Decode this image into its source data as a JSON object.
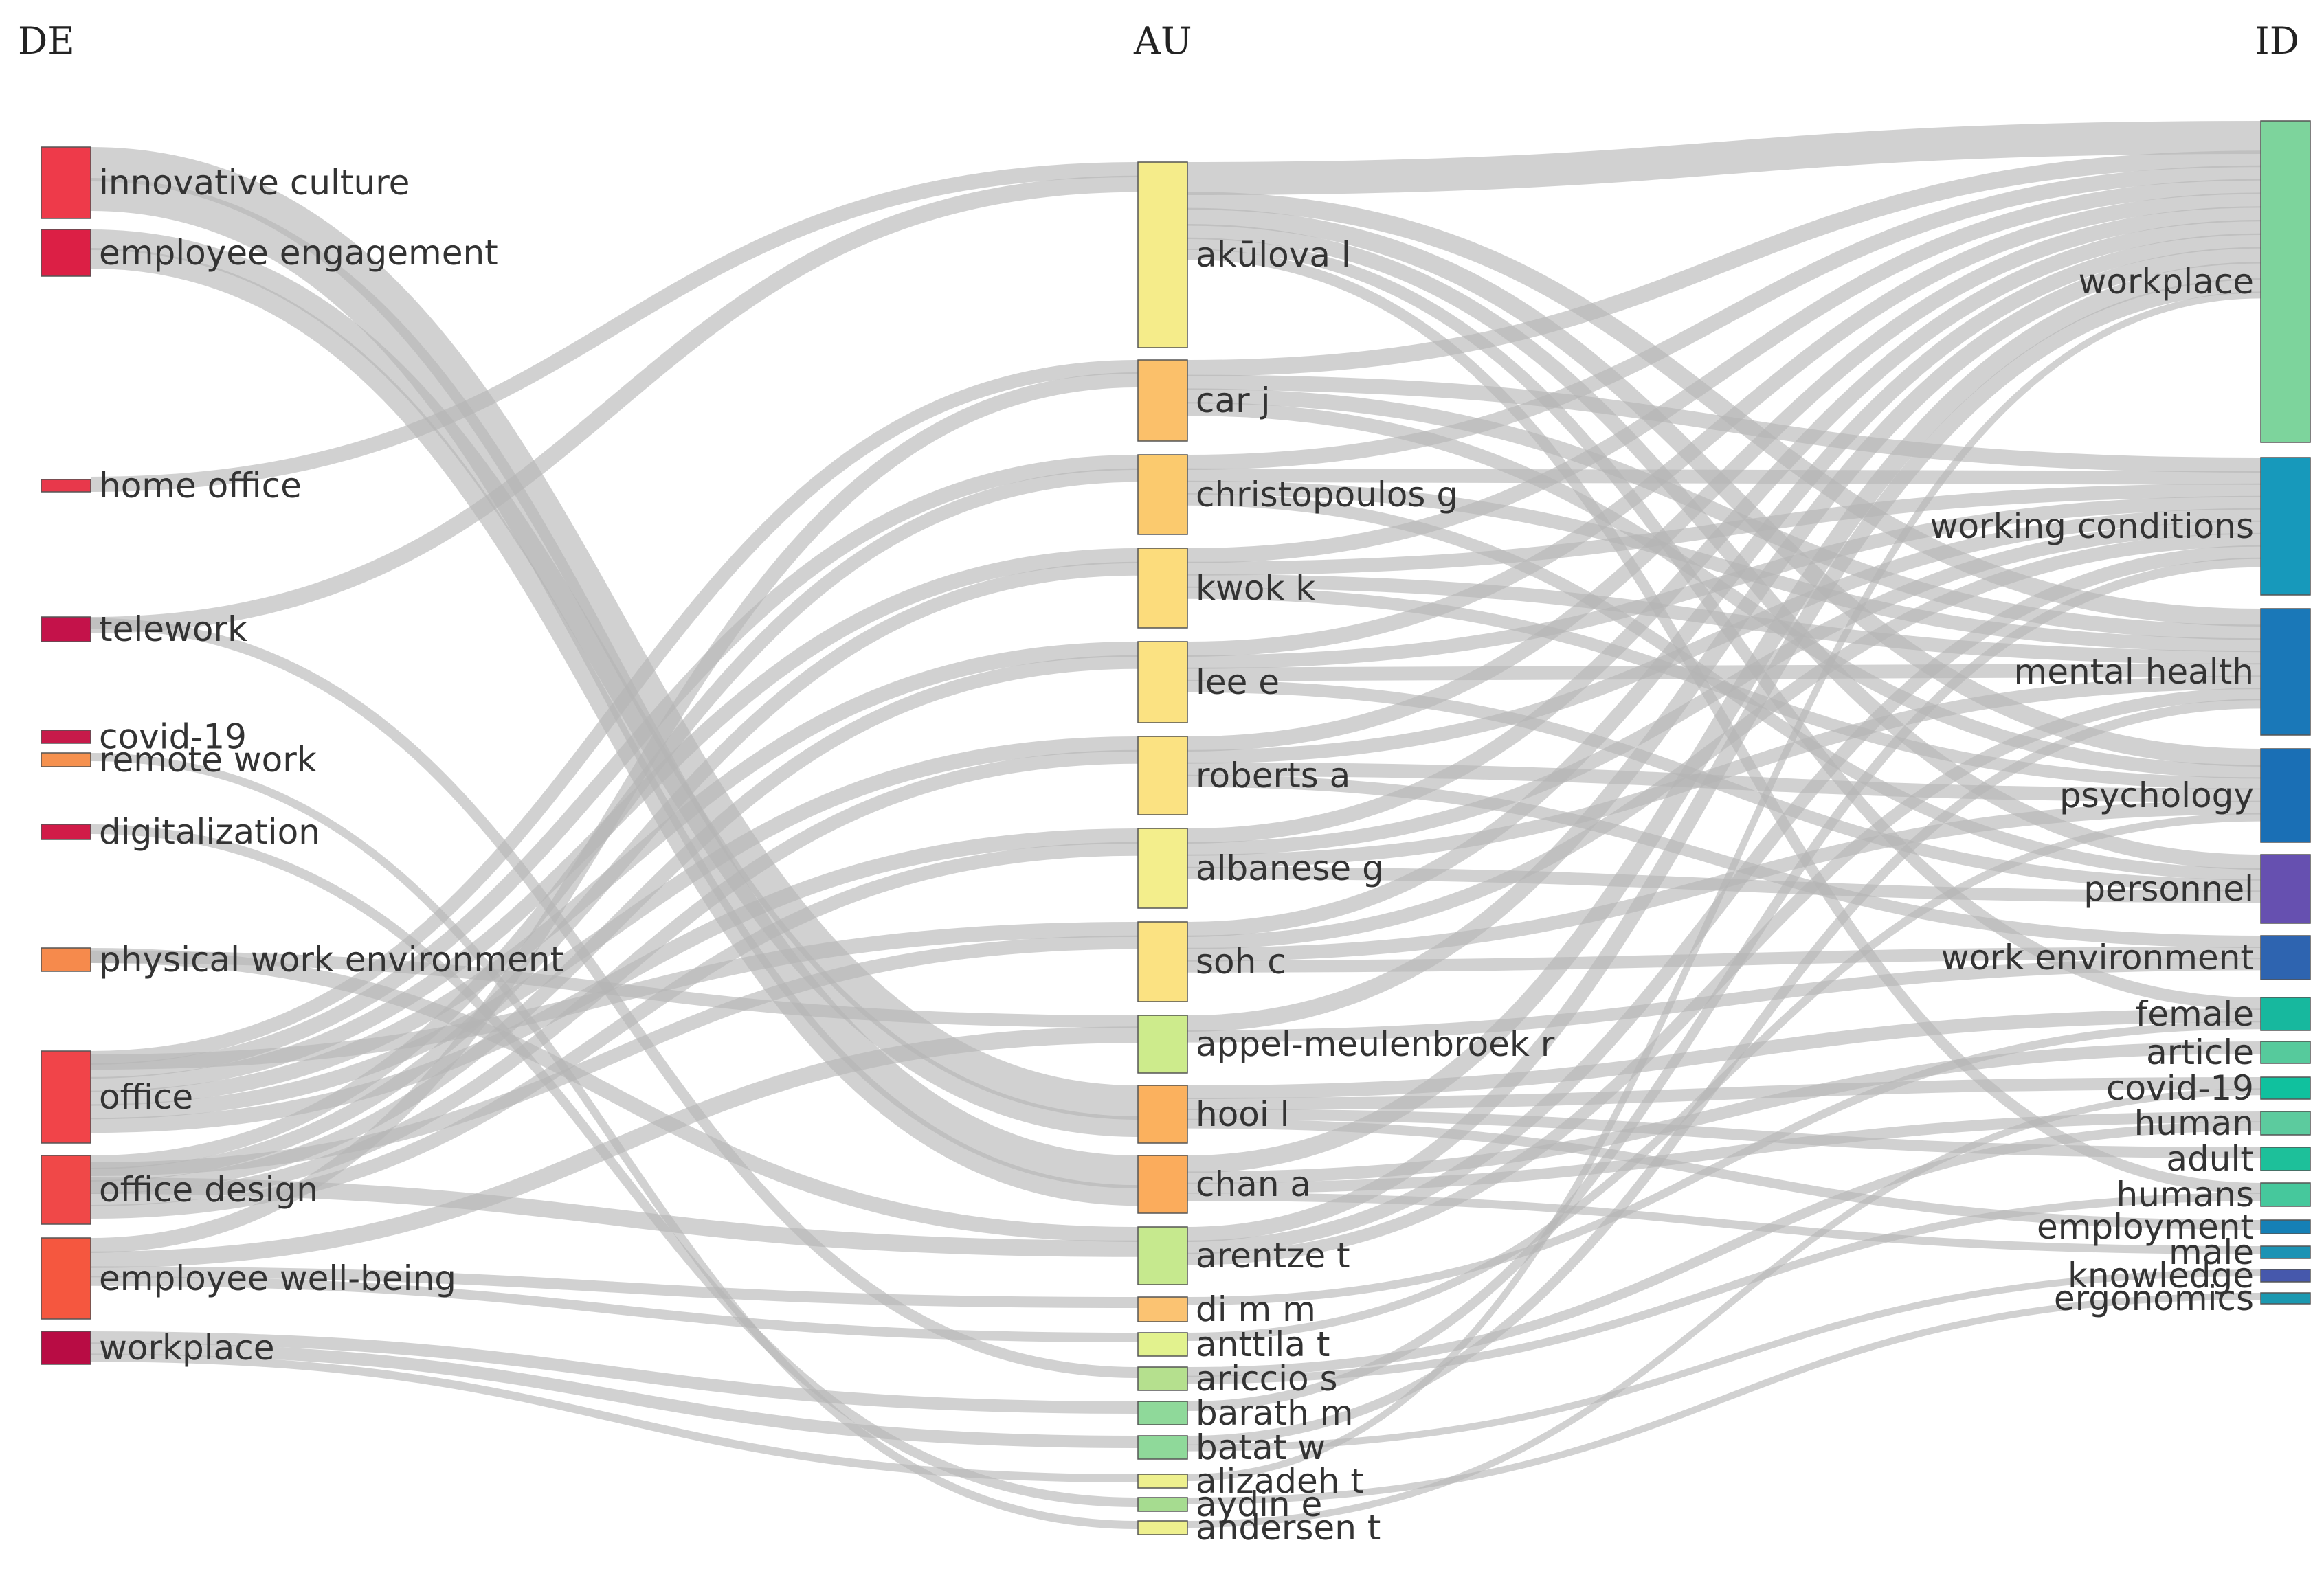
{
  "columns": {
    "left": "DE",
    "middle": "AU",
    "right": "ID"
  },
  "nodes": {
    "left": [
      {
        "id": "L0",
        "label": "innovative culture",
        "color": "#ee3a4a"
      },
      {
        "id": "L1",
        "label": "employee engagement",
        "color": "#dc1f45"
      },
      {
        "id": "L2",
        "label": "home office",
        "color": "#e8384b"
      },
      {
        "id": "L3",
        "label": "telework",
        "color": "#c4124a"
      },
      {
        "id": "L4",
        "label": "covid-19",
        "color": "#c71a4a"
      },
      {
        "id": "L5",
        "label": "remote work",
        "color": "#f5914f"
      },
      {
        "id": "L6",
        "label": "digitalization",
        "color": "#d11b48"
      },
      {
        "id": "L7",
        "label": "physical work environment",
        "color": "#f68a4c"
      },
      {
        "id": "L8",
        "label": "office",
        "color": "#f14449"
      },
      {
        "id": "L9",
        "label": "office design",
        "color": "#f04848"
      },
      {
        "id": "L10",
        "label": "employee well-being",
        "color": "#f5573f"
      },
      {
        "id": "L11",
        "label": "workplace",
        "color": "#b80c44"
      }
    ],
    "middle": [
      {
        "id": "M0",
        "label": "akūlova l",
        "color": "#f5ec8a"
      },
      {
        "id": "M1",
        "label": "car j",
        "color": "#fbc06a"
      },
      {
        "id": "M2",
        "label": "christopoulos g",
        "color": "#fbca6e"
      },
      {
        "id": "M3",
        "label": "kwok k",
        "color": "#fcdc7c"
      },
      {
        "id": "M4",
        "label": "lee e",
        "color": "#fbe282"
      },
      {
        "id": "M5",
        "label": "roberts a",
        "color": "#fbe282"
      },
      {
        "id": "M6",
        "label": "albanese g",
        "color": "#f3ee8c"
      },
      {
        "id": "M7",
        "label": "soh c",
        "color": "#fbe282"
      },
      {
        "id": "M8",
        "label": "appel-meulenbroek r",
        "color": "#cdeb8c"
      },
      {
        "id": "M9",
        "label": "hooi l",
        "color": "#fbb15e"
      },
      {
        "id": "M10",
        "label": "chan a",
        "color": "#fbac5c"
      },
      {
        "id": "M11",
        "label": "arentze t",
        "color": "#c6e98e"
      },
      {
        "id": "M12",
        "label": "di m m",
        "color": "#fbc372"
      },
      {
        "id": "M13",
        "label": "anttila t",
        "color": "#e2f28e"
      },
      {
        "id": "M14",
        "label": "ariccio s",
        "color": "#b5e08e"
      },
      {
        "id": "M15",
        "label": "barath m",
        "color": "#8fd99a"
      },
      {
        "id": "M16",
        "label": "batat w",
        "color": "#8fd99a"
      },
      {
        "id": "M17",
        "label": "alizadeh t",
        "color": "#eef08e"
      },
      {
        "id": "M18",
        "label": "aydin e",
        "color": "#a6dc90"
      },
      {
        "id": "M19",
        "label": "andersen t",
        "color": "#eef08e"
      }
    ],
    "right": [
      {
        "id": "R0",
        "label": "workplace",
        "color": "#7dd49c"
      },
      {
        "id": "R1",
        "label": "working conditions",
        "color": "#1799bb"
      },
      {
        "id": "R2",
        "label": "mental health",
        "color": "#1a78b8"
      },
      {
        "id": "R3",
        "label": "psychology",
        "color": "#1a6fb5"
      },
      {
        "id": "R4",
        "label": "personnel",
        "color": "#6650b0"
      },
      {
        "id": "R5",
        "label": "work environment",
        "color": "#2e64b0"
      },
      {
        "id": "R6",
        "label": "female",
        "color": "#17b89e"
      },
      {
        "id": "R7",
        "label": "article",
        "color": "#56ca9c"
      },
      {
        "id": "R8",
        "label": "covid-19",
        "color": "#10c19e"
      },
      {
        "id": "R9",
        "label": "human",
        "color": "#5ccb9e"
      },
      {
        "id": "R10",
        "label": "adult",
        "color": "#1dc09a"
      },
      {
        "id": "R11",
        "label": "humans",
        "color": "#46c89c"
      },
      {
        "id": "R12",
        "label": "employment",
        "color": "#1580b6"
      },
      {
        "id": "R13",
        "label": "male",
        "color": "#1c93b4"
      },
      {
        "id": "R14",
        "label": "knowledge",
        "color": "#4658ac"
      },
      {
        "id": "R15",
        "label": "ergonomics",
        "color": "#1b98b0"
      }
    ]
  }
}
